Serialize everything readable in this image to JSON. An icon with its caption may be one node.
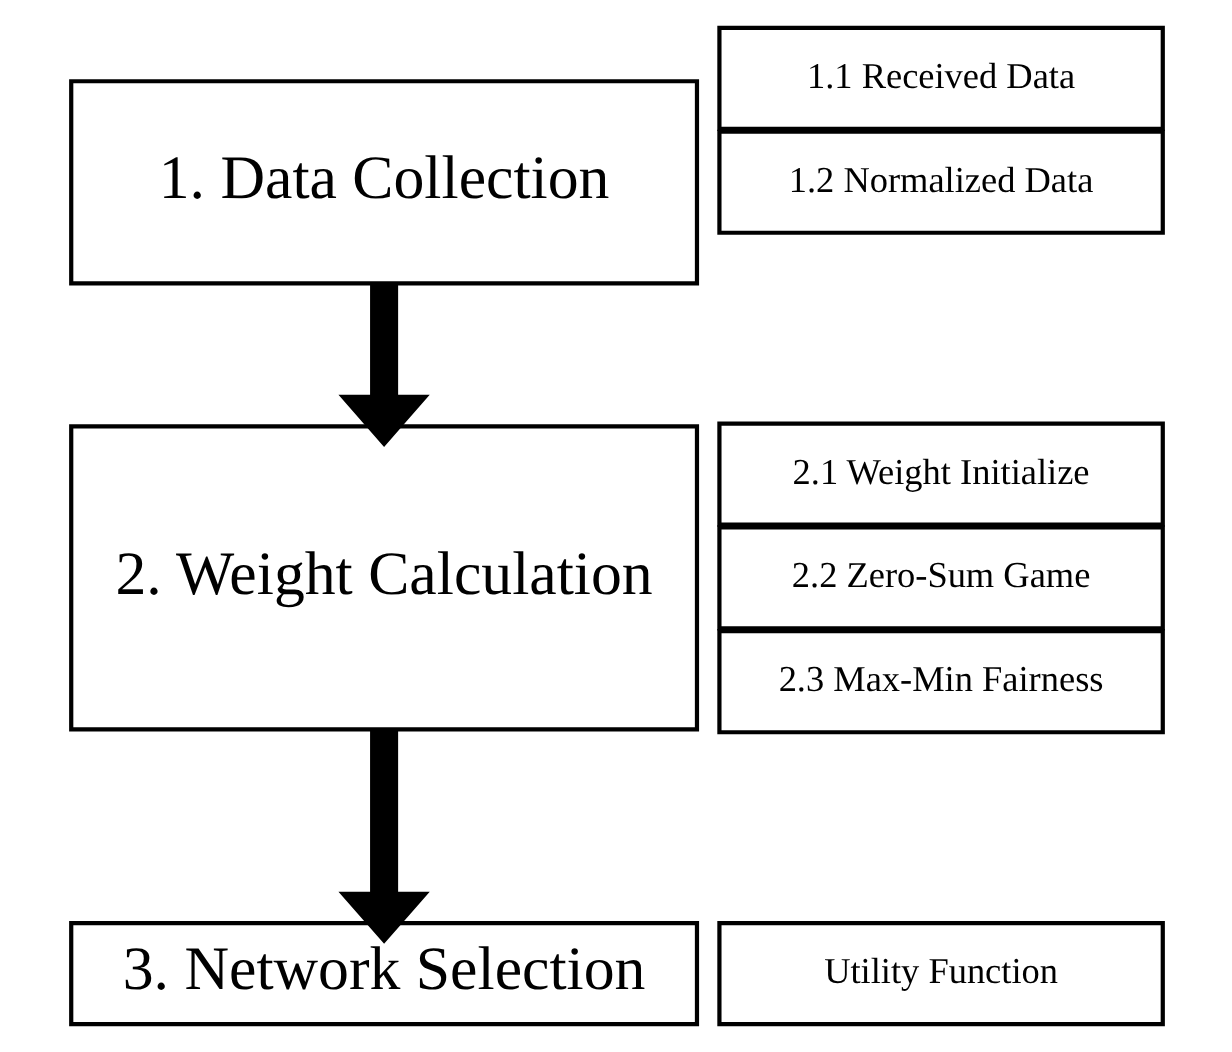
{
  "diagram": {
    "nodes": [
      {
        "text": [
          "1. Data Collection"
        ]
      },
      {
        "text": [
          "1.1 Received Data"
        ]
      },
      {
        "text": [
          "1.2 Normalized Data"
        ]
      },
      {
        "text": [
          "2. Weight Calculation"
        ]
      },
      {
        "text": [
          "2.1 Weight Initialize"
        ]
      },
      {
        "text": [
          "2.2 Zero-Sum Game"
        ]
      },
      {
        "text": [
          "2.3 Max-Min Fairness"
        ]
      },
      {
        "text": [
          "3. Network Selection"
        ]
      },
      {
        "text": [
          "Utility Function"
        ]
      }
    ],
    "edges": [
      {
        "from": 0,
        "to": 3,
        "arrow": "to"
      },
      {
        "from": 3,
        "to": 7,
        "arrow": "to"
      }
    ]
  }
}
